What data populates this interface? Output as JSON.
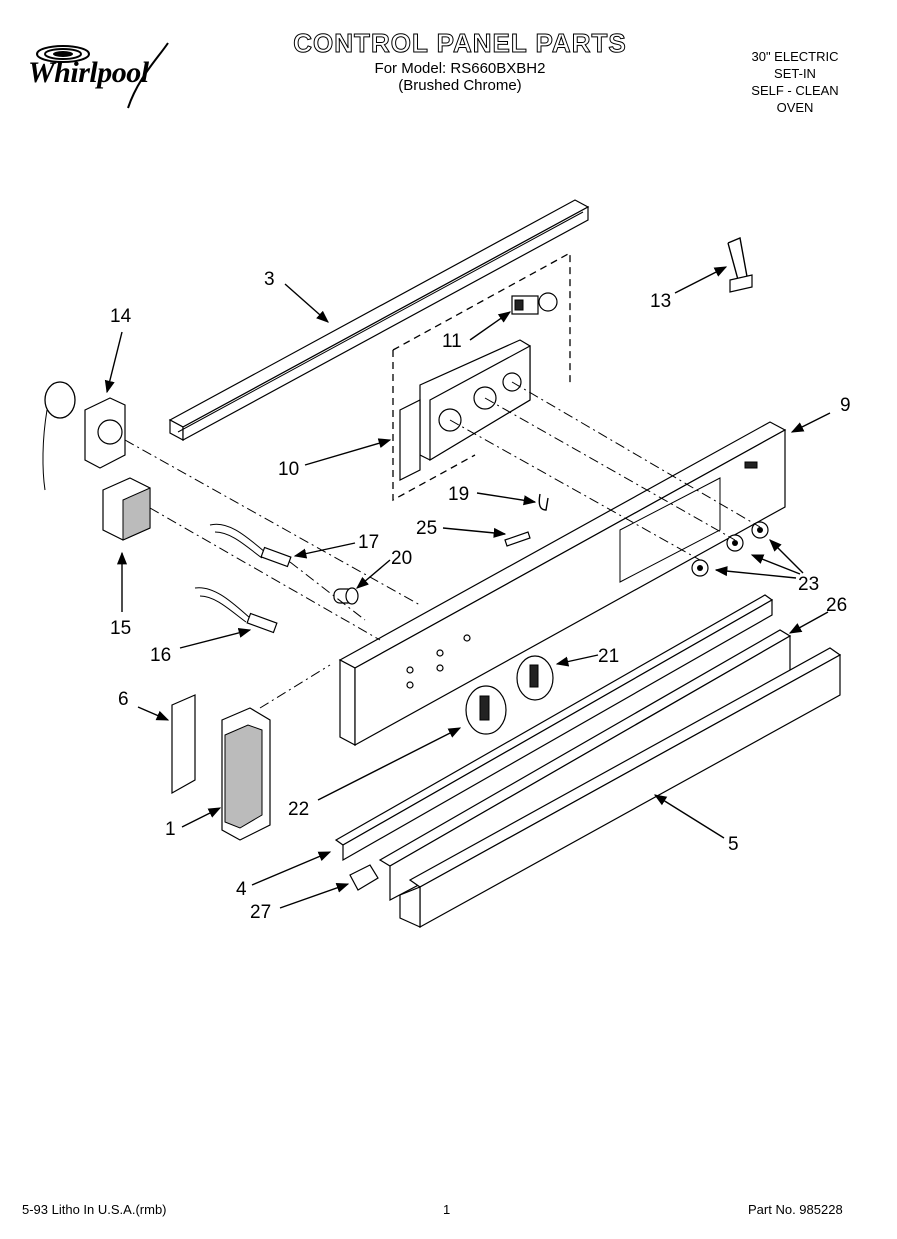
{
  "header": {
    "brand": "Whirlpool",
    "title": "CONTROL PANEL PARTS",
    "model_line": "For Model: RS660BXBH2",
    "finish_line": "(Brushed Chrome)"
  },
  "spec": {
    "line1": "30\" ELECTRIC",
    "line2": "SET-IN",
    "line3": "SELF - CLEAN",
    "line4": "OVEN"
  },
  "callouts": {
    "p1": "1",
    "p3": "3",
    "p4": "4",
    "p5": "5",
    "p6": "6",
    "p9": "9",
    "p10": "10",
    "p11": "11",
    "p13": "13",
    "p14": "14",
    "p15": "15",
    "p16": "16",
    "p17": "17",
    "p19": "19",
    "p20": "20",
    "p21": "21",
    "p22": "22",
    "p23": "23",
    "p25": "25",
    "p26": "26",
    "p27": "27"
  },
  "footer": {
    "litho": "5-93 Litho In U.S.A.(rmb)",
    "page": "1",
    "part_no": "Part No. 985228"
  }
}
